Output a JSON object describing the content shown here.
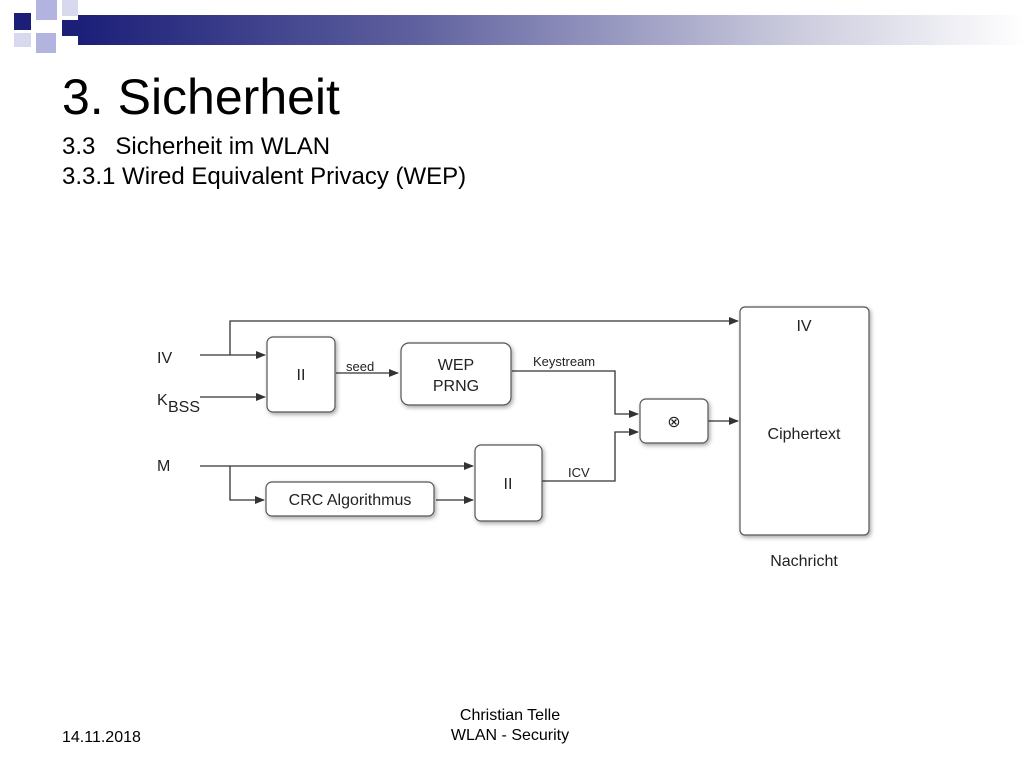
{
  "slide": {
    "title": "3. Sicherheit",
    "subtitle1": "3.3   Sicherheit im WLAN",
    "subtitle2": "3.3.1 Wired Equivalent Privacy (WEP)"
  },
  "diagram": {
    "inputs": {
      "iv": "IV",
      "k": "K",
      "k_sub": "BSS",
      "m": "M"
    },
    "concat_top": "II",
    "concat_bottom": "II",
    "seed": "seed",
    "wep_prng_line1": "WEP",
    "wep_prng_line2": "PRNG",
    "keystream": "Keystream",
    "xor_symbol": "⊗",
    "icv": "ICV",
    "crc": "CRC Algorithmus",
    "output_iv": "IV",
    "ciphertext": "Ciphertext",
    "message": "Nachricht"
  },
  "footer": {
    "date": "14.11.2018",
    "author": "Christian Telle",
    "course": "WLAN - Security"
  },
  "colors": {
    "navy": "#1c1f78",
    "lavender": "#b3b3e0",
    "box_border": "#555555"
  }
}
